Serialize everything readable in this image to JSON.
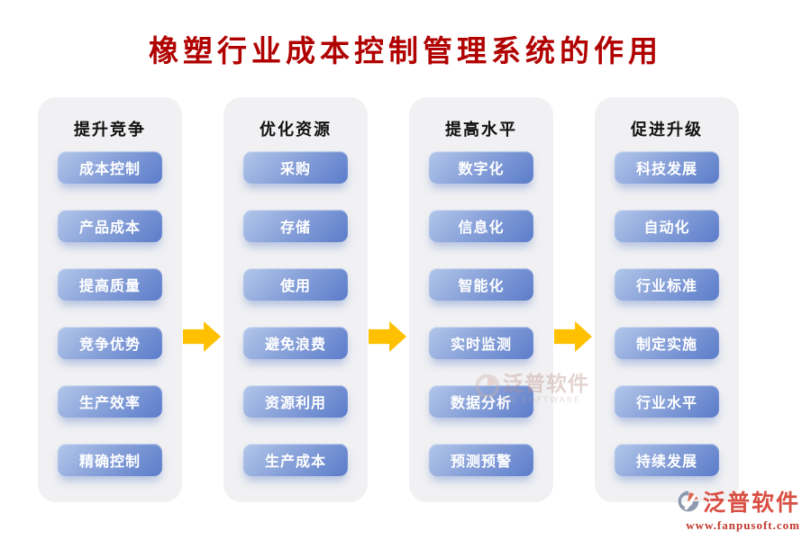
{
  "title": "橡塑行业成本控制管理系统的作用",
  "columns": [
    {
      "header": "提升竞争",
      "items": [
        "成本控制",
        "产品成本",
        "提高质量",
        "竞争优势",
        "生产效率",
        "精确控制"
      ]
    },
    {
      "header": "优化资源",
      "items": [
        "采购",
        "存储",
        "使用",
        "避免浪费",
        "资源利用",
        "生产成本"
      ]
    },
    {
      "header": "提高水平",
      "items": [
        "数字化",
        "信息化",
        "智能化",
        "实时监测",
        "数据分析",
        "预测预警"
      ]
    },
    {
      "header": "促进升级",
      "items": [
        "科技发展",
        "自动化",
        "行业标准",
        "制定实施",
        "行业水平",
        "持续发展"
      ]
    }
  ],
  "watermark": {
    "name": "泛普软件",
    "subtext": "PU SOFTWARE"
  },
  "branding": {
    "name": "泛普软件",
    "url": "www.fanpusoft.com"
  },
  "colors": {
    "title_red": "#B00000",
    "arrow_yellow": "#FFC000",
    "card_gray": "#F1F1F3",
    "pill_light": "#B3C7EA",
    "pill_dark": "#5B7CCA",
    "brand_red": "#D94F43"
  }
}
